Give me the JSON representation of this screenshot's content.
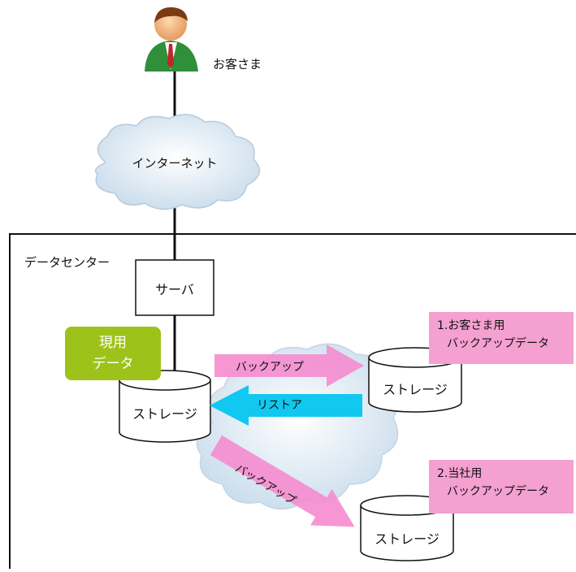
{
  "customer": {
    "label": "お客さま"
  },
  "internet": {
    "label": "インターネット"
  },
  "datacenter": {
    "label": "データセンター"
  },
  "server": {
    "label": "サーバ"
  },
  "live_data": {
    "line1": "現用",
    "line2": "データ"
  },
  "storage_main": {
    "label": "ストレージ"
  },
  "storage_customer": {
    "label": "ストレージ"
  },
  "storage_company": {
    "label": "ストレージ"
  },
  "note_customer": {
    "line1": "1.お客さま用",
    "line2": "バックアップデータ"
  },
  "note_company": {
    "line1": "2.当社用",
    "line2": "バックアップデータ"
  },
  "arrows": {
    "backup_top": "バックアップ",
    "restore": "リストア",
    "backup_bottom": "バックアップ"
  },
  "colors": {
    "pink": "#f4a0d0",
    "arrow_pink": "#f58ccf",
    "arrow_cyan": "#10c8f0",
    "green": "#9dc31a",
    "cloud": "#dbe9f4"
  }
}
